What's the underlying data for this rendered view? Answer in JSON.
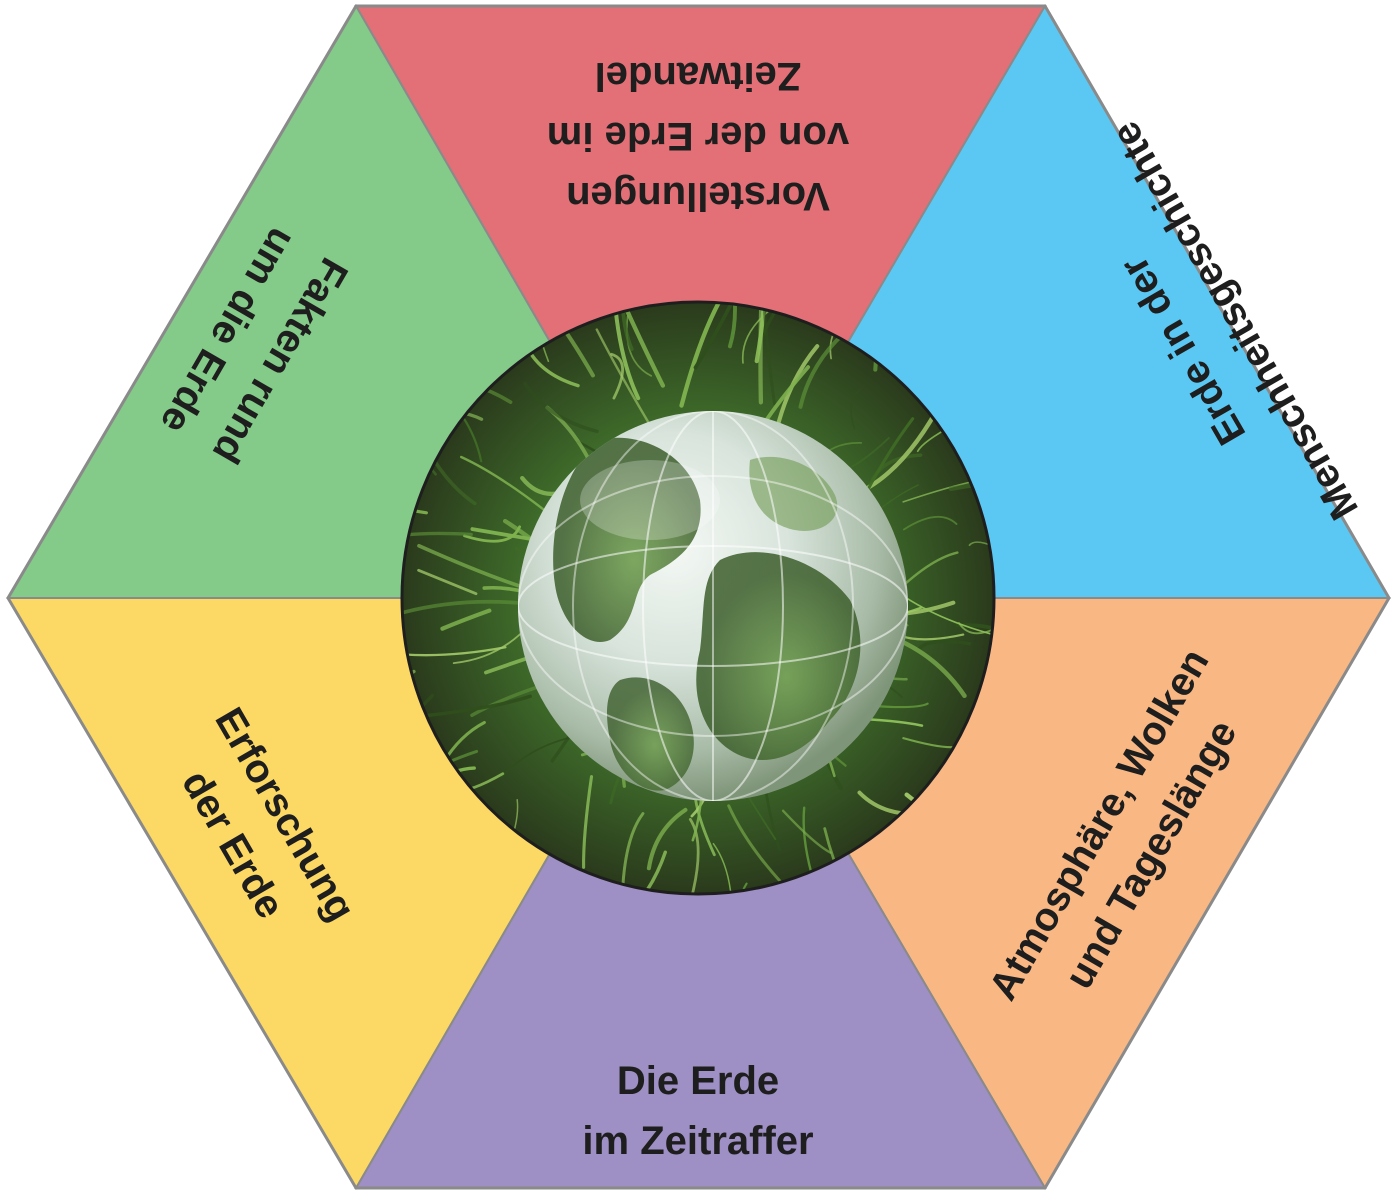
{
  "segments": [
    {
      "id": "top",
      "color": "#e27076",
      "lines": [
        "Vorstellungen",
        "von der Erde im",
        "Zeitwandel"
      ]
    },
    {
      "id": "upper-right",
      "color": "#5bc8f4",
      "lines": [
        "Erde in der",
        "Menschheitsgeschichte"
      ]
    },
    {
      "id": "lower-right",
      "color": "#f9b883",
      "lines": [
        "Atmosphäre, Wolken",
        "und Tageslänge"
      ]
    },
    {
      "id": "bottom",
      "color": "#9e8fc4",
      "lines": [
        "Die Erde",
        "im Zeitraffer"
      ]
    },
    {
      "id": "lower-left",
      "color": "#fcd964",
      "lines": [
        "Erforschung",
        "der Erde"
      ]
    },
    {
      "id": "upper-left",
      "color": "#84ca89",
      "lines": [
        "Fakten rund",
        "um die Erde"
      ]
    }
  ],
  "center": {
    "image_description": "glass-globe-on-grass",
    "grass_color": "#3e6b2a",
    "globe_color": "#d8e4dc"
  },
  "outline_color": "#8a8a8a"
}
